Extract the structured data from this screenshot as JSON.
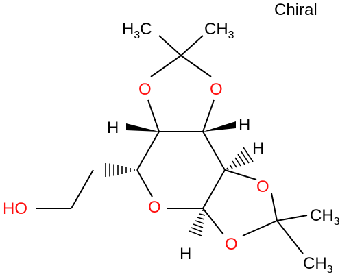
{
  "stereo_flag": "Chiral",
  "colors": {
    "carbon": "#000000",
    "oxygen": "#ff0d0d"
  },
  "labels": {
    "ch3_top_left": {
      "main": "H",
      "sub": "3",
      "tail": "C"
    },
    "ch3_top_right": {
      "main": "CH",
      "sub": "3"
    },
    "ch3_right_upper": {
      "main": "CH",
      "sub": "3"
    },
    "ch3_right_lower": {
      "main": "CH",
      "sub": "3"
    },
    "o_top_left": "O",
    "o_top_right": "O",
    "o_ring": "O",
    "o_right_upper": "O",
    "o_right_lower": "O",
    "hydroxyl": "HO",
    "h_left": "H",
    "h_right_upper": "H",
    "h_right_mid": "H",
    "h_bottom": "H"
  }
}
